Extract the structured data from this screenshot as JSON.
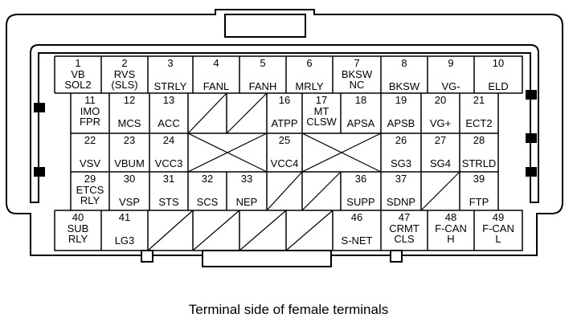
{
  "caption": "Terminal side of female terminals",
  "terminals": [
    {
      "no": "1",
      "label": [
        "VB",
        "SOL2"
      ]
    },
    {
      "no": "2",
      "label": [
        "RVS",
        "(SLS)"
      ]
    },
    {
      "no": "3",
      "label": [
        "STRLY"
      ]
    },
    {
      "no": "4",
      "label": [
        "FANL"
      ]
    },
    {
      "no": "5",
      "label": [
        "FANH"
      ]
    },
    {
      "no": "6",
      "label": [
        "MRLY"
      ]
    },
    {
      "no": "7",
      "label": [
        "BKSW",
        "NC"
      ]
    },
    {
      "no": "8",
      "label": [
        "BKSW"
      ]
    },
    {
      "no": "9",
      "label": [
        "VG-"
      ]
    },
    {
      "no": "10",
      "label": [
        "ELD"
      ]
    },
    {
      "no": "11",
      "label": [
        "IMO",
        "FPR"
      ]
    },
    {
      "no": "12",
      "label": [
        "MCS"
      ]
    },
    {
      "no": "13",
      "label": [
        "ACC"
      ]
    },
    {
      "no": "16",
      "label": [
        "ATPP"
      ]
    },
    {
      "no": "17",
      "label": [
        "MT",
        "CLSW"
      ]
    },
    {
      "no": "18",
      "label": [
        "APSA"
      ]
    },
    {
      "no": "19",
      "label": [
        "APSB"
      ]
    },
    {
      "no": "20",
      "label": [
        "VG+"
      ]
    },
    {
      "no": "21",
      "label": [
        "ECT2"
      ]
    },
    {
      "no": "22",
      "label": [
        "VSV"
      ]
    },
    {
      "no": "23",
      "label": [
        "VBUM"
      ]
    },
    {
      "no": "24",
      "label": [
        "VCC3"
      ]
    },
    {
      "no": "25",
      "label": [
        "VCC4"
      ]
    },
    {
      "no": "26",
      "label": [
        "SG3"
      ]
    },
    {
      "no": "27",
      "label": [
        "SG4"
      ]
    },
    {
      "no": "28",
      "label": [
        "STRLD"
      ]
    },
    {
      "no": "29",
      "label": [
        "ETCS",
        "RLY"
      ]
    },
    {
      "no": "30",
      "label": [
        "VSP"
      ]
    },
    {
      "no": "31",
      "label": [
        "STS"
      ]
    },
    {
      "no": "32",
      "label": [
        "SCS"
      ]
    },
    {
      "no": "33",
      "label": [
        "NEP"
      ]
    },
    {
      "no": "36",
      "label": [
        "SUPP"
      ]
    },
    {
      "no": "37",
      "label": [
        "SDNP"
      ]
    },
    {
      "no": "39",
      "label": [
        "FTP"
      ]
    },
    {
      "no": "40",
      "label": [
        "SUB",
        "RLY"
      ]
    },
    {
      "no": "41",
      "label": [
        "LG3"
      ]
    },
    {
      "no": "46",
      "label": [
        "S-NET"
      ]
    },
    {
      "no": "47",
      "label": [
        "CRMT",
        "CLS"
      ]
    },
    {
      "no": "48",
      "label": [
        "F-CAN",
        "H"
      ]
    },
    {
      "no": "49",
      "label": [
        "F-CAN",
        "L"
      ]
    }
  ]
}
